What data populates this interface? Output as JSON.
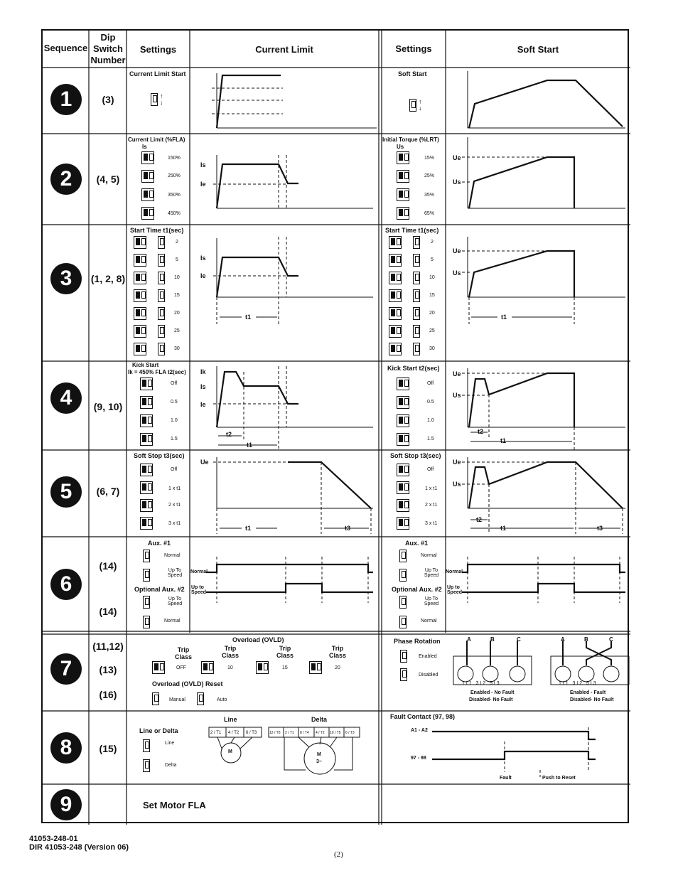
{
  "headers": {
    "sequence": "Sequence",
    "dip": "Dip Switch Number",
    "settings_left": "Settings",
    "current_limit": "Current Limit",
    "settings_right": "Settings",
    "soft_start": "Soft Start"
  },
  "rows": [
    {
      "num": "1",
      "dip": "(3)",
      "left_label": "Current Limit Start",
      "right_label": "Soft Start"
    },
    {
      "num": "2",
      "dip": "(4, 5)",
      "left_label": "Current Limit (%FLA)",
      "left_sub": "Is",
      "left_values": [
        "150%",
        "250%",
        "350%",
        "450%"
      ],
      "right_label": "Initial Torque  (%LRT)",
      "right_sub": "Us",
      "right_values": [
        "15%",
        "25%",
        "35%",
        "65%"
      ]
    },
    {
      "num": "3",
      "dip": "(1, 2, 8)",
      "left_label": "Start Time   t1(sec)",
      "left_values": [
        "2",
        "5",
        "10",
        "15",
        "20",
        "25",
        "30"
      ],
      "right_label": "Start Time   t1(sec)",
      "right_values": [
        "2",
        "5",
        "10",
        "15",
        "20",
        "25",
        "30"
      ]
    },
    {
      "num": "4",
      "dip": "(9, 10)",
      "left_label": "Kick Start",
      "left_sub": "Ik = 450% FLA  t2(sec)",
      "left_values": [
        "Off",
        "0.5",
        "1.0",
        "1.5"
      ],
      "right_label": "Kick Start  t2(sec)",
      "right_values": [
        "Off",
        "0.5",
        "1.0",
        "1.5"
      ]
    },
    {
      "num": "5",
      "dip": "(6, 7)",
      "left_label": "Soft Stop  t3(sec)",
      "left_values": [
        "Off",
        "1 x t1",
        "2 x t1",
        "3 x t1"
      ],
      "right_label": "Soft Stop  t3(sec)",
      "right_values": [
        "Off",
        "1 x t1",
        "2 x t1",
        "3 x t1"
      ]
    },
    {
      "num": "6",
      "dip": "(14)",
      "dip2": "(14)",
      "left_label": "Aux. #1",
      "left_values": [
        "Normal",
        "Up To Speed"
      ],
      "left_label2": "Optional Aux. #2",
      "left_values2": [
        "Up To Speed",
        "Normal"
      ],
      "right_label": "Aux. #1",
      "right_values": [
        "Normal",
        "Up To Speed"
      ],
      "right_label2": "Optional Aux. #2",
      "right_values2": [
        "Up To Speed",
        "Normal"
      ]
    },
    {
      "num": "7",
      "dip": "(11,12)",
      "dip2": "(13)",
      "dip3": "(16)"
    },
    {
      "num": "8",
      "dip": "(15)"
    },
    {
      "num": "9",
      "dip": "",
      "text": "Set Motor FLA"
    }
  ],
  "graph_labels": {
    "is": "Is",
    "ie": "Ie",
    "ik": "Ik",
    "ue": "Ue",
    "us": "Us",
    "t1": "t1",
    "t2": "t2",
    "t3": "t3",
    "normal": "Normal",
    "up_to_speed": "Up to Speed"
  },
  "overload": {
    "title": "Overload (OVLD)",
    "trip_class": "Trip Class",
    "classes": [
      "OFF",
      "10",
      "15",
      "20"
    ],
    "reset_label": "Overload (OVLD) Reset",
    "reset_values": [
      "Manual",
      "Auto"
    ]
  },
  "phase": {
    "title": "Phase Rotation",
    "values": [
      "Enabled",
      "Disabled"
    ],
    "abc": [
      "A",
      "B",
      "C"
    ],
    "terminals": [
      "1",
      "L1",
      "3",
      "L2",
      "5",
      "L3"
    ],
    "left_caption": [
      "Enabled - No Fault",
      "Disabled- No Fault"
    ],
    "right_caption": [
      "Enabled - Fault",
      "Disabled- No Fault"
    ]
  },
  "line_delta": {
    "title": "Line or Delta",
    "values": [
      "Line",
      "Delta"
    ],
    "line": "Line",
    "delta": "Delta",
    "line_terms": [
      "2 / T1",
      "4 / T2",
      "6 / T3"
    ],
    "delta_terms": [
      "12 / T6",
      "2 / T1",
      "8 / T4",
      "4 / T2",
      "10 / T5",
      "6 / T3"
    ],
    "motor": "M",
    "motor3": "3~"
  },
  "fault": {
    "title": "Fault Contact (97, 98)",
    "a1a2": "A1 - A2",
    "n9798": "97 - 98",
    "fault": "Fault",
    "reset": "Push to Reset"
  },
  "footer": {
    "line1": "41053-248-01",
    "line2": "DIR 41053-248 (Version 06)",
    "page": "(2)"
  }
}
